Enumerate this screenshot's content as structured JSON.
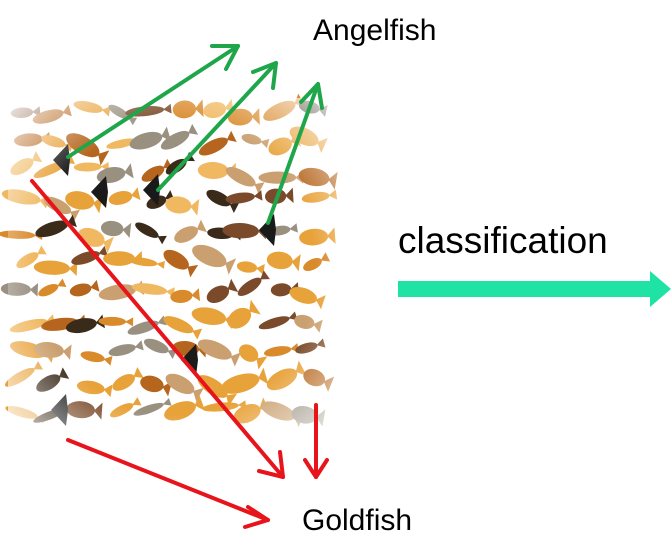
{
  "labels": {
    "top_class": "Angelfish",
    "bottom_class": "Goldfish",
    "process": "classification"
  },
  "image": {
    "description_icon": "fish-collection-photo"
  },
  "colors": {
    "angelfish_arrow": "#1fa64a",
    "goldfish_arrow": "#e8141b",
    "process_arrow": "#1fe3a4",
    "goldfish_body": "#e8a23a",
    "angelfish_body": "#1a1a1a",
    "other_fish": "#7a4a2a"
  },
  "arrows": {
    "to_angelfish_count": 3,
    "to_goldfish_count": 3
  }
}
